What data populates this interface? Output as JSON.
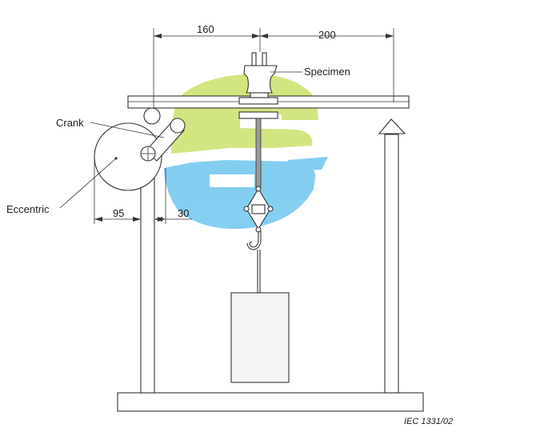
{
  "labels": {
    "specimen": "Specimen",
    "crank": "Crank",
    "eccentric": "Eccentric"
  },
  "dimensions": {
    "left_span": "160",
    "right_span": "200",
    "eccentric_offset": "95",
    "crank_offset": "30"
  },
  "reference": "IEC   1331/02",
  "colors": {
    "watermark_green": "#c9e26a",
    "watermark_blue": "#6ec6ee",
    "line": "#333333",
    "weight_fill": "#f4f4f4",
    "rod_fill": "#9a9a9a"
  },
  "watermark": {
    "icon": "logo-watermark-icon"
  }
}
